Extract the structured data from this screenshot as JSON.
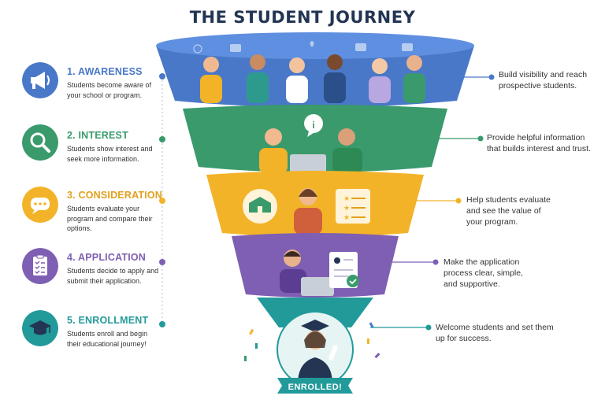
{
  "title": "THE STUDENT JOURNEY",
  "colors": {
    "awareness": "#4a78c8",
    "interest": "#3a9a6c",
    "consideration": "#f3b329",
    "application": "#7f5fb3",
    "enrollment": "#239a9a",
    "navy": "#233553"
  },
  "stages": [
    {
      "title": "1. AWARENESS",
      "desc": "Students become aware of your school or program.",
      "note": "Build visibility and reach prospective students.",
      "icon": "megaphone-icon"
    },
    {
      "title": "2. INTEREST",
      "desc": "Students show interest and seek more information.",
      "note": "Provide helpful information that builds interest and trust.",
      "icon": "magnifier-icon"
    },
    {
      "title": "3. CONSIDERATION",
      "desc": "Students evaluate your program and compare their options.",
      "note": "Help students evaluate and see the value of your program.",
      "icon": "chat-bubble-icon"
    },
    {
      "title": "4. APPLICATION",
      "desc": "Students decide to apply and submit their application.",
      "note": "Make the application process clear, simple, and supportive.",
      "icon": "clipboard-checklist-icon"
    },
    {
      "title": "5. ENROLLMENT",
      "desc": "Students enroll and begin their educational journey!",
      "note": "Welcome students and set them up for success.",
      "icon": "graduation-cap-icon"
    }
  ],
  "badge": "ENROLLED!"
}
